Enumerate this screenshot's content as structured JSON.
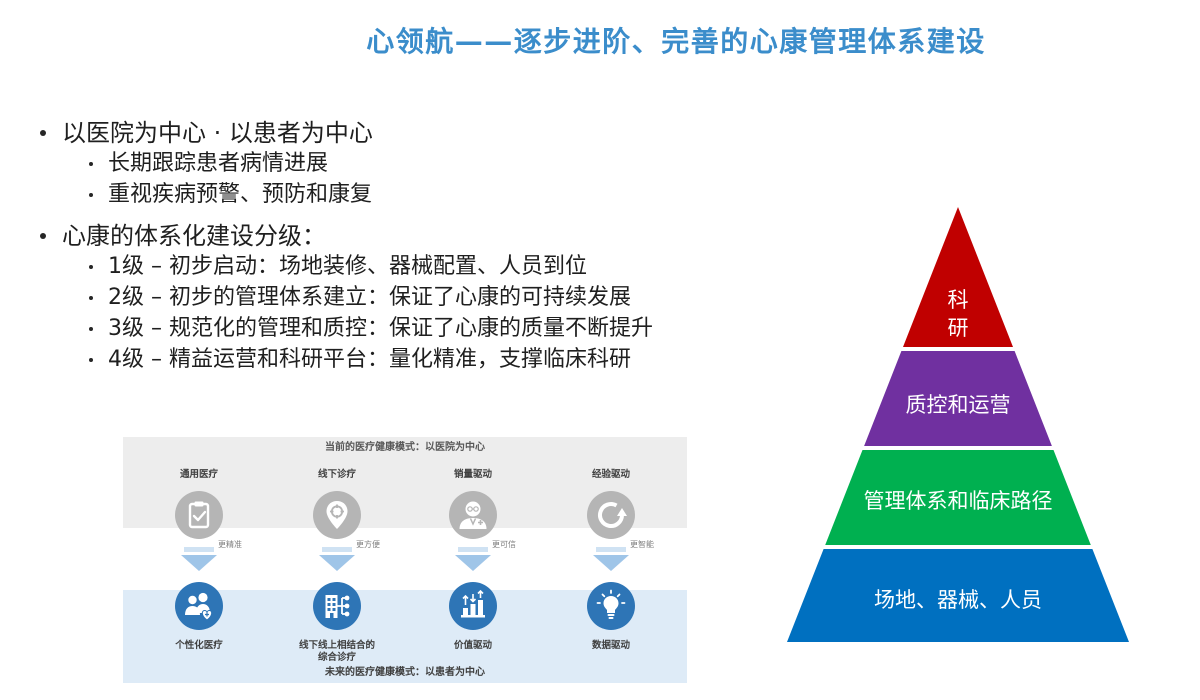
{
  "slide": {
    "title": "心领航——逐步进阶、完善的心康管理体系建设",
    "title_color": "#3b8dcb"
  },
  "bullets": [
    {
      "text": "以医院为中心 · 以患者为中心",
      "items": [
        "长期跟踪患者病情进展",
        "重视疾病预警、预防和康复"
      ]
    },
    {
      "text": "心康的体系化建设分级：",
      "items": [
        "1级 – 初步启动：场地装修、器械配置、人员到位",
        "2级 – 初步的管理体系建立：保证了心康的可持续发展",
        "3级 – 规范化的管理和质控：保证了心康的质量不断提升",
        "4级 – 精益运营和科研平台：量化精准，支撑临床科研"
      ]
    }
  ],
  "diagram": {
    "current_title": "当前的医疗健康模式：以医院为中心",
    "future_title": "未来的医疗健康模式：以患者为中心",
    "current_band_color": "#ededed",
    "future_band_color": "#deebf7",
    "current_icon_color": "#b5b5b5",
    "future_icon_color": "#2e75b6",
    "columns": [
      {
        "current": "通用医疗",
        "current_icon": "clipboard-check-icon",
        "transition": "更精准",
        "future": "个性化医疗",
        "future_icon": "people-heart-icon"
      },
      {
        "current": "线下诊疗",
        "current_icon": "location-pin-icon",
        "transition": "更方便",
        "future": "线下线上相结合的\n综合诊疗",
        "future_icon": "building-network-icon"
      },
      {
        "current": "销量驱动",
        "current_icon": "doctor-icon",
        "transition": "更可信",
        "future": "价值驱动",
        "future_icon": "bar-chart-arrows-icon"
      },
      {
        "current": "经验驱动",
        "current_icon": "refresh-icon",
        "transition": "更智能",
        "future": "数据驱动",
        "future_icon": "lightbulb-icon"
      }
    ]
  },
  "pyramid": {
    "layers": [
      {
        "label": "科\n研",
        "color": "#c00000"
      },
      {
        "label": "质控和运营",
        "color": "#7030a0"
      },
      {
        "label": "管理体系和临床路径",
        "color": "#00b050"
      },
      {
        "label": "场地、器械、人员",
        "color": "#0070c0"
      }
    ]
  }
}
